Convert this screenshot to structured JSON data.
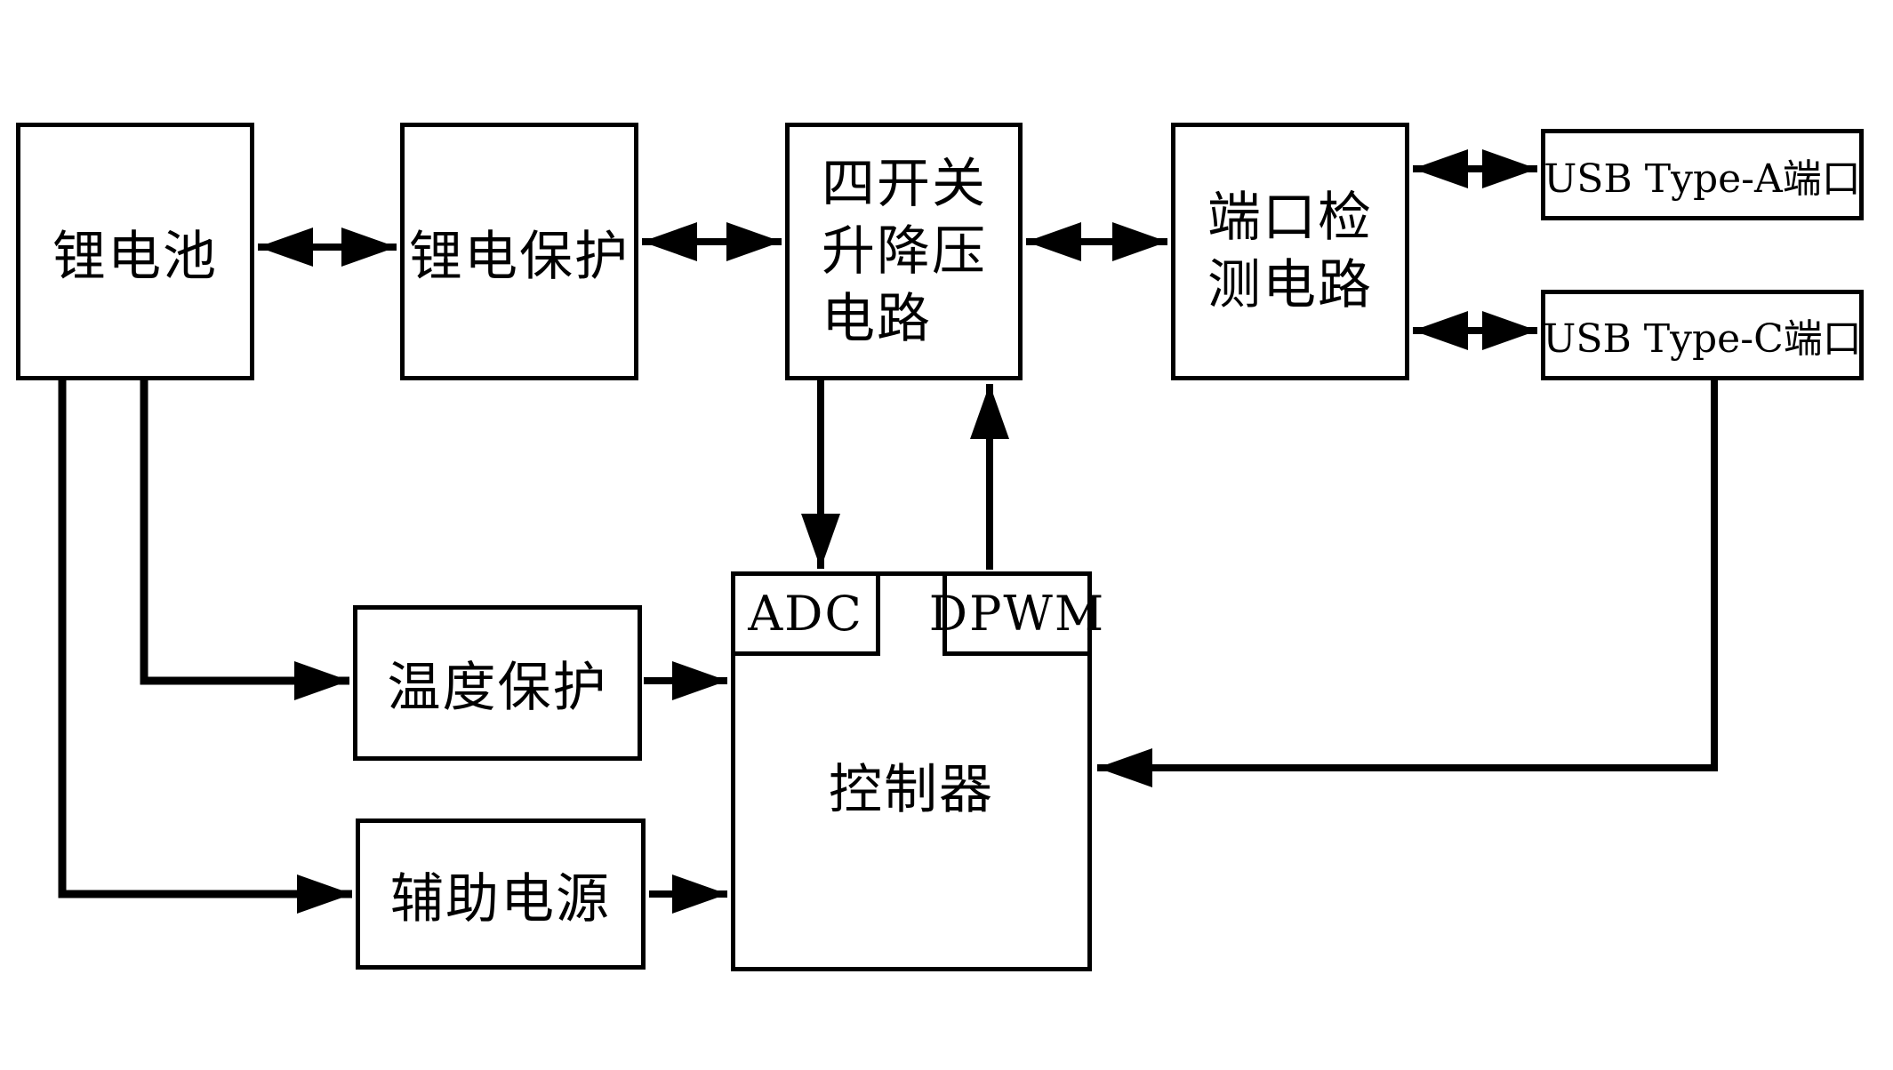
{
  "diagram": {
    "background_color": "#ffffff",
    "line_color": "#000000",
    "blocks": {
      "battery": {
        "label": "锂电池"
      },
      "li_protection": {
        "label": "锂电保护"
      },
      "buck_boost": {
        "line1": "四开关",
        "line2": "升降压",
        "line3": "电路",
        "full_label": "四开关升降压电路"
      },
      "port_detect": {
        "line1": "端口检",
        "line2": "测电路",
        "full_label": "端口检测电路"
      },
      "usb_a": {
        "label": "USB Type-A端口"
      },
      "usb_c": {
        "label": "USB Type-C端口"
      },
      "temp_protection": {
        "label": "温度保护"
      },
      "aux_power": {
        "label": "辅助电源"
      },
      "controller": {
        "label": "控制器"
      },
      "adc": {
        "label": "ADC"
      },
      "dpwm": {
        "label": "DPWM"
      }
    },
    "connections": [
      {
        "from": "锂电池",
        "to": "锂电保护",
        "style": "bidirectional"
      },
      {
        "from": "锂电保护",
        "to": "四开关升降压电路",
        "style": "bidirectional"
      },
      {
        "from": "四开关升降压电路",
        "to": "端口检测电路",
        "style": "bidirectional"
      },
      {
        "from": "端口检测电路",
        "to": "USB Type-A端口",
        "style": "bidirectional"
      },
      {
        "from": "端口检测电路",
        "to": "USB Type-C端口",
        "style": "bidirectional"
      },
      {
        "from": "四开关升降压电路",
        "to": "ADC",
        "style": "one-way"
      },
      {
        "from": "DPWM",
        "to": "四开关升降压电路",
        "style": "one-way"
      },
      {
        "from": "锂电池",
        "to": "温度保护",
        "style": "one-way"
      },
      {
        "from": "温度保护",
        "to": "控制器",
        "style": "one-way"
      },
      {
        "from": "锂电池",
        "to": "辅助电源",
        "style": "one-way"
      },
      {
        "from": "辅助电源",
        "to": "控制器",
        "style": "one-way"
      },
      {
        "from": "USB Type-C端口",
        "to": "控制器",
        "style": "one-way"
      }
    ]
  }
}
